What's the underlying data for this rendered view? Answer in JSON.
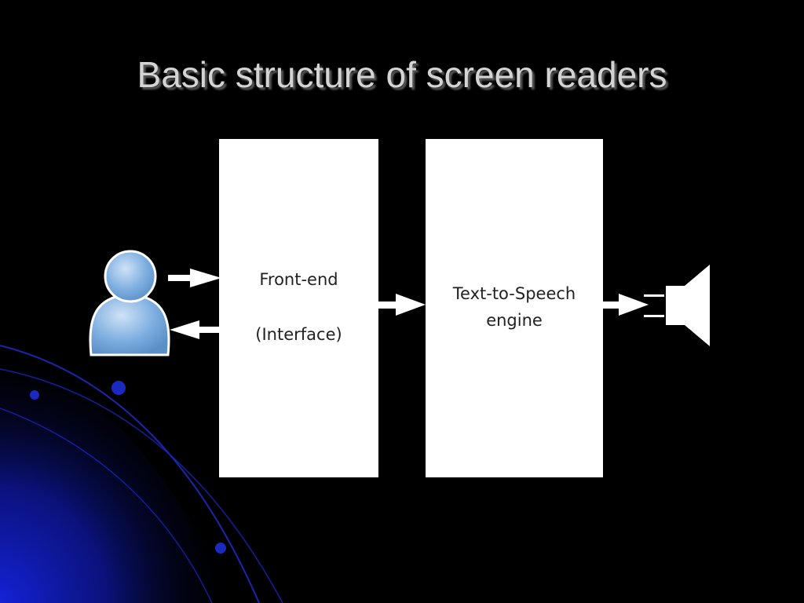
{
  "slide": {
    "title": "Basic structure of screen readers"
  },
  "diagram": {
    "front_end": {
      "line1": "Front-end",
      "line2": "(Interface)"
    },
    "tts": {
      "line1": "Text-to-Speech",
      "line2": "engine"
    }
  },
  "colors": {
    "background": "#000000",
    "title": "#d4d4d4",
    "box": "#ffffff",
    "user_icon": "#7aaadd",
    "decor_blue": "#1a2ad0"
  },
  "icons": {
    "user": "user-icon",
    "speaker": "speaker-icon"
  }
}
